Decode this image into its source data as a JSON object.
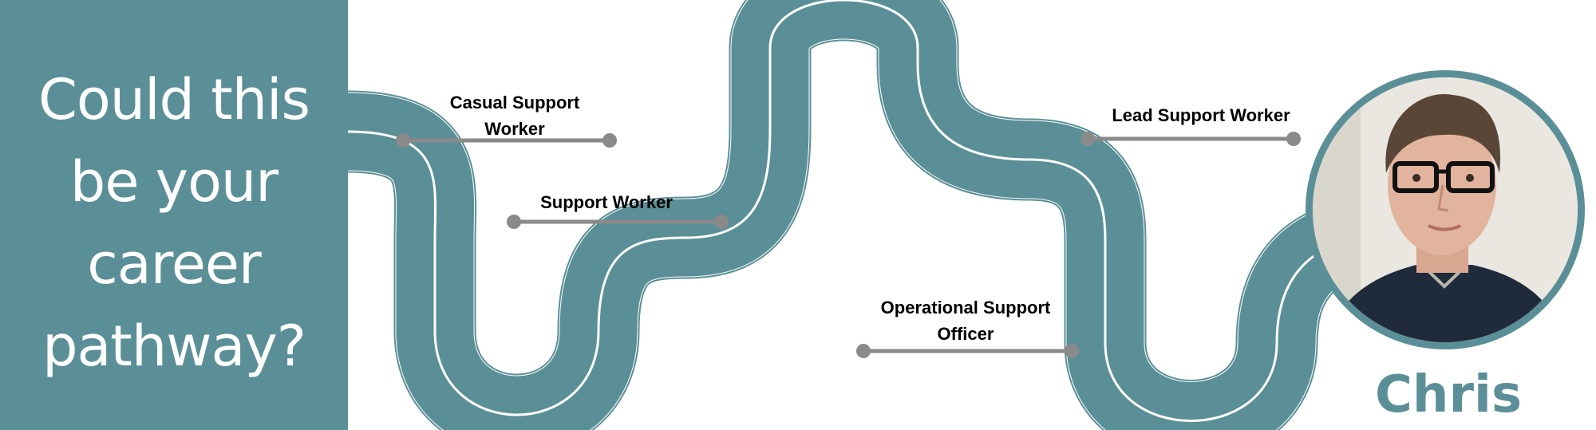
{
  "headline": {
    "lines": [
      "Could this",
      "be your",
      "career",
      "pathway?"
    ]
  },
  "milestones": [
    {
      "lines": [
        "Casual Support",
        "Worker"
      ]
    },
    {
      "lines": [
        "Support Worker"
      ]
    },
    {
      "lines": [
        "Operational Support",
        "Officer"
      ]
    },
    {
      "lines": [
        "Lead Support Worker"
      ]
    }
  ],
  "person": {
    "name": "Chris",
    "photo_icon": "person-portrait"
  },
  "colors": {
    "accent": "#5b8f97",
    "connector": "#8a8a8a",
    "text": "#000000"
  }
}
